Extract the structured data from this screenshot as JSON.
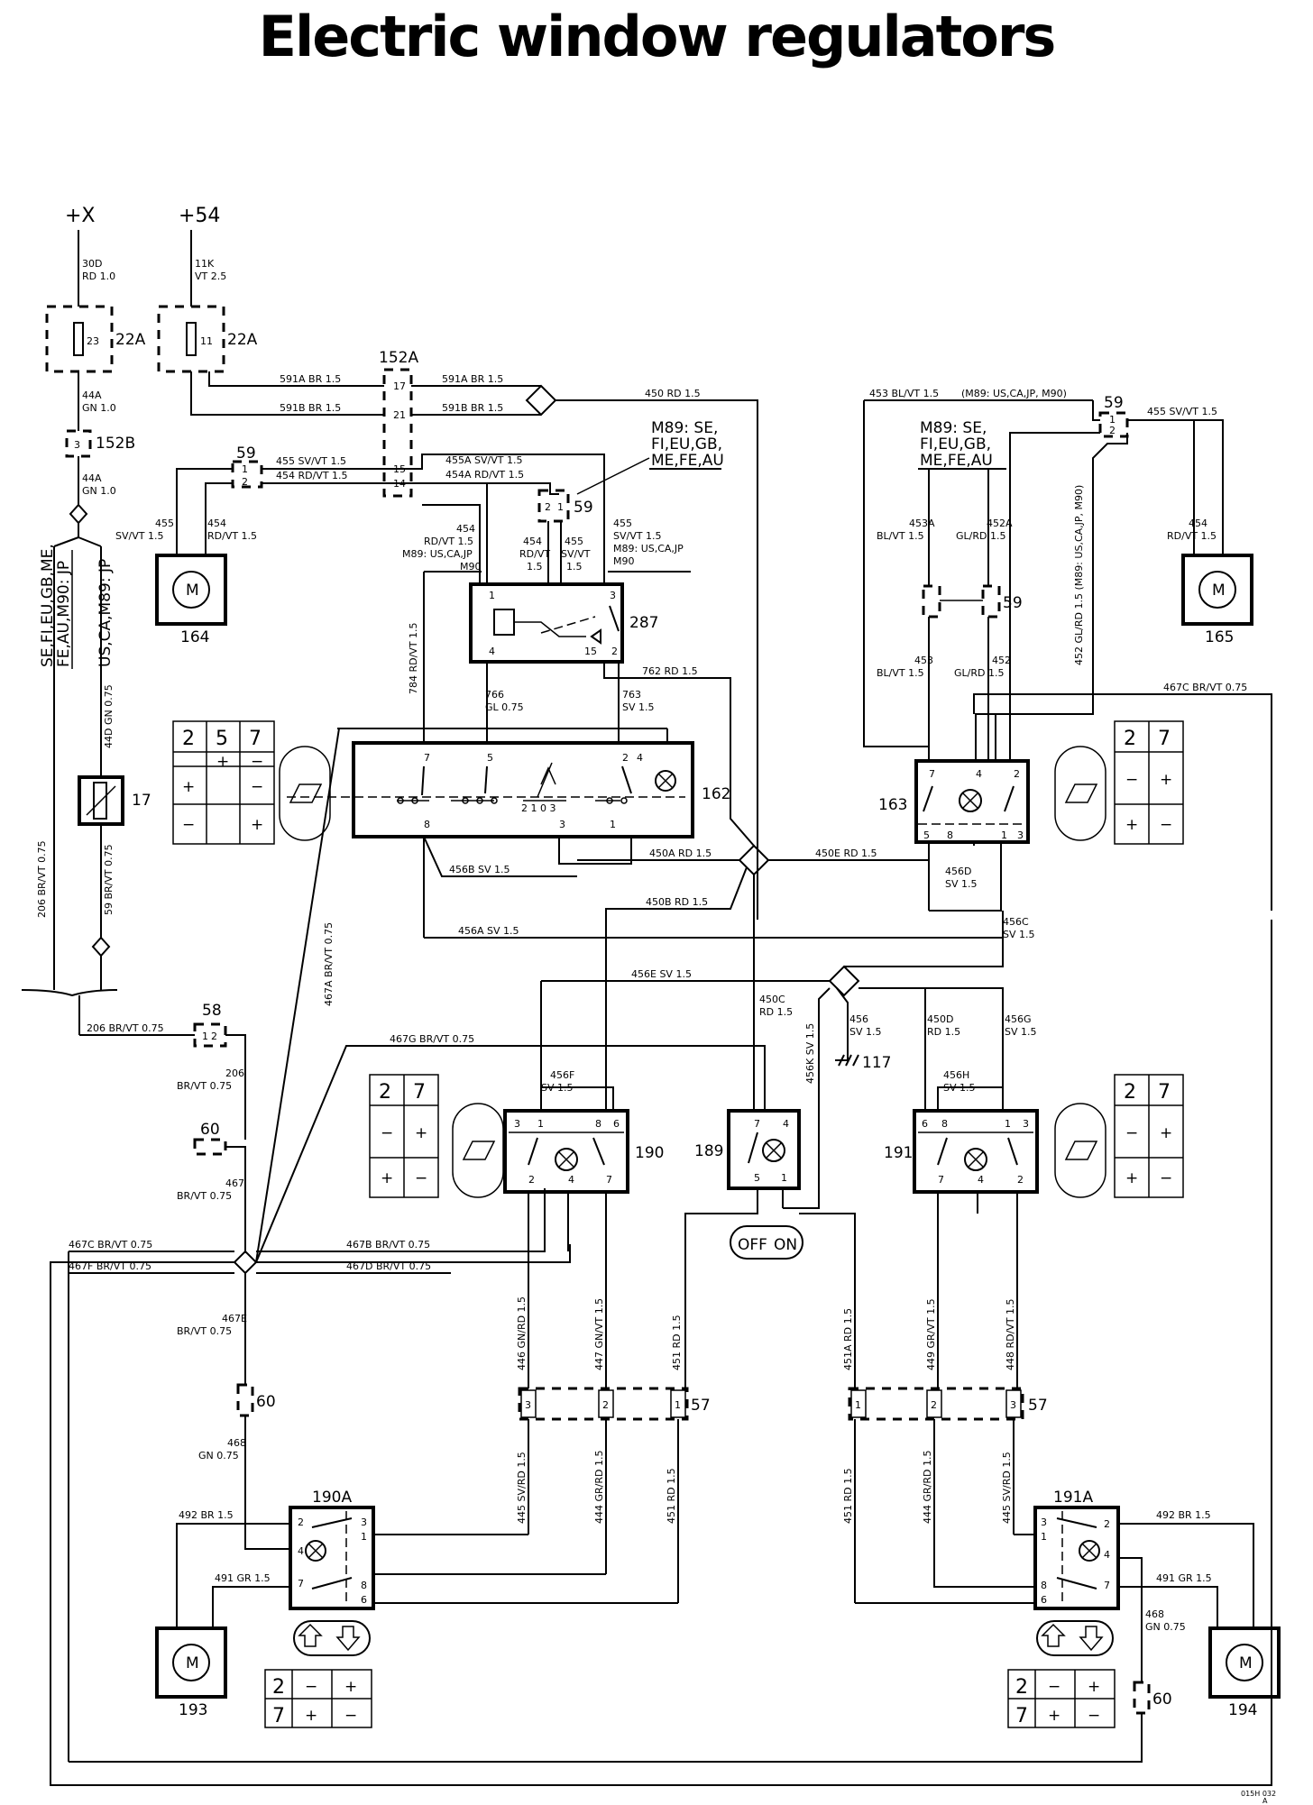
{
  "title": "Electric window regulators",
  "supply": {
    "x": "+X",
    "p54": "+54"
  },
  "fuses": {
    "f23": "23",
    "f11": "11",
    "ref": "22A"
  },
  "blocks": {
    "b152A": "152A",
    "b152B": "152B",
    "pin3": "3"
  },
  "components": {
    "c164": "164",
    "c165": "165",
    "c17": "17",
    "c287": "287",
    "c162": "162",
    "c163": "163",
    "c190": "190",
    "c189": "189",
    "c191": "191",
    "c190A": "190A",
    "c191A": "191A",
    "c193": "193",
    "c194": "194",
    "c117": "117",
    "c59": "59",
    "c60": "60",
    "c58": "58",
    "c57": "57",
    "motor": "M"
  },
  "notes": {
    "m89_1": "M89: SE,",
    "m89_2": "FI,EU,GB,",
    "m89_3": "ME,FE,AU",
    "r1_1": "M89: SE,",
    "r1_2": "FI,EU,GB,",
    "r1_3": "ME,FE,AU",
    "lv1": "SE,FI,EU,GB,ME,",
    "lv2": "FE,AU,M90: JP",
    "lv3": "US,CA,M89: JP",
    "offon_off": "OFF",
    "offon_on": "ON",
    "stamp1": "015H 032",
    "stamp2": "A"
  },
  "switch_tables": {
    "t162": {
      "h": [
        "2",
        "5",
        "7"
      ],
      "r1": [
        "",
        "+",
        "−"
      ],
      "r2": [
        "+",
        "",
        "−"
      ],
      "r3": [
        "−",
        "",
        "+"
      ]
    },
    "t163": {
      "h": [
        "2",
        "7"
      ],
      "r1": [
        "−",
        "+"
      ],
      "r2": [
        "+",
        "−"
      ]
    },
    "t190": {
      "h": [
        "2",
        "7"
      ],
      "r1": [
        "−",
        "+"
      ],
      "r2": [
        "+",
        "−"
      ]
    },
    "t191": {
      "h": [
        "2",
        "7"
      ],
      "r1": [
        "−",
        "+"
      ],
      "r2": [
        "+",
        "−"
      ]
    },
    "t193": {
      "r1": [
        "2",
        "−",
        "+"
      ],
      "r2": [
        "7",
        "+",
        "−"
      ]
    },
    "t194": {
      "r1": [
        "2",
        "−",
        "+"
      ],
      "r2": [
        "7",
        "+",
        "−"
      ]
    }
  },
  "wires": {
    "w30D": "30D",
    "w30Dc": "RD 1.0",
    "w11K": "11K",
    "w11Kc": "VT 2.5",
    "w44A1": "44A",
    "w44A1c": "GN 1.0",
    "w44A2": "44A",
    "w44A2c": "GN 1.0",
    "w591A": "591A BR 1.5",
    "w591B": "591B BR 1.5",
    "w591Ar": "591A BR 1.5",
    "w591Br": "591B BR 1.5",
    "w450": "450 RD 1.5",
    "w455l": "455 SV/VT 1.5",
    "w454l": "454 RD/VT 1.5",
    "w455A": "455A SV/VT 1.5",
    "w454A": "454A RD/VT 1.5",
    "w455m": "455",
    "w455mc": "SV/VT 1.5",
    "w454m": "454",
    "w454mc": "RD/VT 1.5",
    "w454n": "454",
    "w454nc": "RD/VT 1.5",
    "w454nn": "M89: US,CA,JP",
    "w454nm": "M90",
    "w454o": "454",
    "w454oc": "RD/VT",
    "w454od": "1.5",
    "w455o": "455",
    "w455oc": "SV/VT",
    "w455od": "1.5",
    "w455p": "455",
    "w455pc": "SV/VT 1.5",
    "w455pn": "M89: US,CA,JP",
    "w455pm": "M90",
    "w453BL": "453 BL/VT 1.5",
    "w453note": "(M89: US,CA,JP, M90)",
    "w455r": "455 SV/VT 1.5",
    "w453A": "453A",
    "w453Ac": "BL/VT 1.5",
    "w452A": "452A",
    "w452Ac": "GL/RD 1.5",
    "w452v": "452 GL/RD 1.5 (M89: US,CA,JP, M90)",
    "w454r": "454",
    "w454rc": "RD/VT 1.5",
    "w453": "453",
    "w453c": "BL/VT 1.5",
    "w452": "452",
    "w452c": "GL/RD 1.5",
    "w784": "784 RD/VT 1.5",
    "w766": "766",
    "w766c": "GL 0.75",
    "w763": "763",
    "w763c": "SV 1.5",
    "w762": "762 RD 1.5",
    "w467C_top": "467C BR/VT 0.75",
    "w456B": "456B SV 1.5",
    "w450A": "450A RD 1.5",
    "w450E": "450E RD 1.5",
    "w456D": "456D",
    "w456Dc": "SV 1.5",
    "w450B": "450B RD 1.5",
    "w456A": "456A SV 1.5",
    "w456C": "456C",
    "w456Cc": "SV 1.5",
    "w456E": "456E SV 1.5",
    "w450C": "450C",
    "w450Cc": "RD 1.5",
    "w456": "456",
    "w456c": "SV 1.5",
    "w458K": "456K SV 1.5",
    "w450D": "450D",
    "w450Dc": "RD 1.5",
    "w456G": "456G",
    "w456Gc": "SV 1.5",
    "w456F": "456F",
    "w456Fc": "SV 1.5",
    "w456H": "456H",
    "w456Hc": "SV 1.5",
    "w467G": "467G BR/VT 0.75",
    "w206a": "206 BR/VT 0.75",
    "w206b": "206",
    "w206bc": "BR/VT 0.75",
    "w467": "467",
    "w467c": "BR/VT 0.75",
    "w467A": "467A BR/VT 0.75",
    "w206v": "206 BR/VT 0.75",
    "w59v": "59 BR/VT 0.75",
    "w44D": "44D GN 0.75",
    "w467C": "467C BR/VT 0.75",
    "w467F": "467F BR/VT 0.75",
    "w467B": "467B BR/VT 0.75",
    "w467D": "467D BR/VT 0.75",
    "w467E": "467E",
    "w467Ec": "BR/VT 0.75",
    "w468a": "468",
    "w468ac": "GN 0.75",
    "w468b": "468",
    "w468bc": "GN 0.75",
    "w446": "446 GN/RD 1.5",
    "w447": "447 GN/VT 1.5",
    "w451": "451 RD 1.5",
    "w451A": "451A RD 1.5",
    "w449": "449 GR/VT 1.5",
    "w448": "448 RD/VT 1.5",
    "w445l": "445 SV/RD 1.5",
    "w444l": "444 GR/RD 1.5",
    "w451l": "451 RD 1.5",
    "w451r": "451 RD 1.5",
    "w444r": "444 GR/RD 1.5",
    "w445r": "445 SV/RD 1.5",
    "w492l": "492 BR 1.5",
    "w491l": "491 GR 1.5",
    "w492r": "492 BR 1.5",
    "w491r": "491 GR 1.5"
  }
}
